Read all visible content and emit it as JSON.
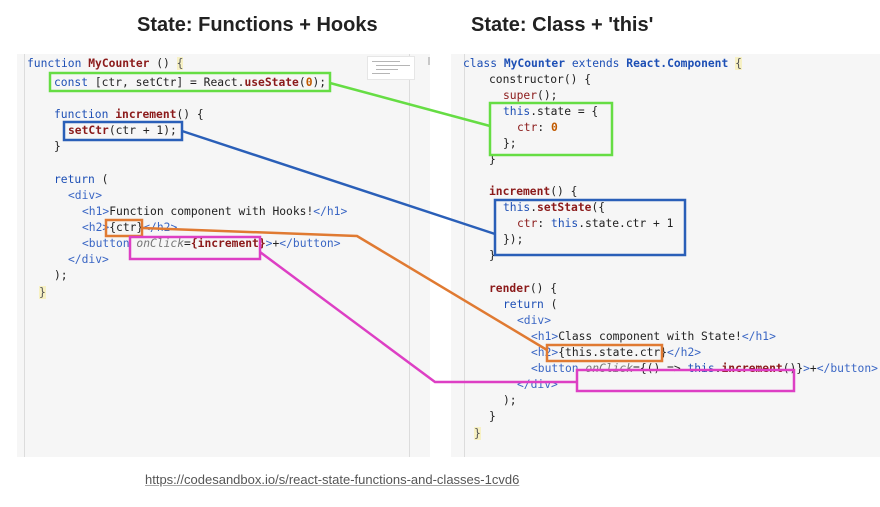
{
  "headings": {
    "left": "State: Functions + Hooks",
    "right": "State: Class + 'this'"
  },
  "caption": "https://codesandbox.io/s/react-state-functions-and-classes-1cvd6",
  "colors": {
    "green": "#66dd44",
    "blue": "#2a5fb8",
    "orange": "#e07a32",
    "magenta": "#dd3fc4"
  },
  "left_code": {
    "l1_kw": "function",
    "l1_name": "MyCounter",
    "l1_rest": " () ",
    "l1_brace": "{",
    "l2_kw": "const",
    "l2_a": " [ctr, setCtr] = React.",
    "l2_fn": "useState",
    "l2_p1": "(",
    "l2_num": "0",
    "l2_p2": ");",
    "l4_kw": "function",
    "l4_name": "increment",
    "l4_rest": "() {",
    "l5_fn": "setCtr",
    "l5_rest": "(ctr + 1);",
    "l6": "}",
    "l8_kw": "return",
    "l8_rest": " (",
    "l9": "<div>",
    "l10_open": "<h1>",
    "l10_text": "Function component with Hooks!",
    "l10_close": "</h1>",
    "l11_open": "<h2>",
    "l11_expr": "{ctr}",
    "l11_close": "</h2>",
    "l12_open": "<button ",
    "l12_attr": "onClick",
    "l12_eq": "=",
    "l12_expr": "{increment}",
    "l12_gt": ">",
    "l12_text": "+",
    "l12_close": "</button>",
    "l13": "</div>",
    "l14": ");",
    "l15": "}"
  },
  "right_code": {
    "r1_kw": "class",
    "r1_name": "MyCounter",
    "r1_ext": " extends ",
    "r1_base": "React.Component",
    "r1_brace": "{",
    "r2": "constructor() {",
    "r3_fn": "super",
    "r3_rest": "();",
    "r4_this": "this",
    "r4_rest": ".state = {",
    "r5_key": "ctr",
    "r5_colon": ": ",
    "r5_num": "0",
    "r6": "};",
    "r7": "}",
    "r9_fn": "increment",
    "r9_rest": "() {",
    "r10_this": "this",
    "r10_dot": ".",
    "r10_fn": "setState",
    "r10_rest": "({",
    "r11_key": "ctr",
    "r11_colon": ": ",
    "r11_this": "this",
    "r11_rest": ".state.ctr + 1",
    "r12": "});",
    "r13": "}",
    "r15_fn": "render",
    "r15_rest": "() {",
    "r16_kw": "return",
    "r16_rest": " (",
    "r17": "<div>",
    "r18_open": "<h1>",
    "r18_text": "Class component with State!",
    "r18_close": "</h1>",
    "r19_open": "<h2>",
    "r19_expr": "{this.state.ctr}",
    "r19_close": "</h2>",
    "r20_open": "<button ",
    "r20_attr": "onClick",
    "r20_eq": "=",
    "r20_expr_a": "{() => ",
    "r20_this": "this",
    "r20_dot": ".",
    "r20_fn": "increment",
    "r20_expr_b": "()}",
    "r20_gt": ">",
    "r20_text": "+",
    "r20_close": "</button>",
    "r21": "</div>",
    "r22": ");",
    "r23": "}",
    "r24": "}"
  }
}
